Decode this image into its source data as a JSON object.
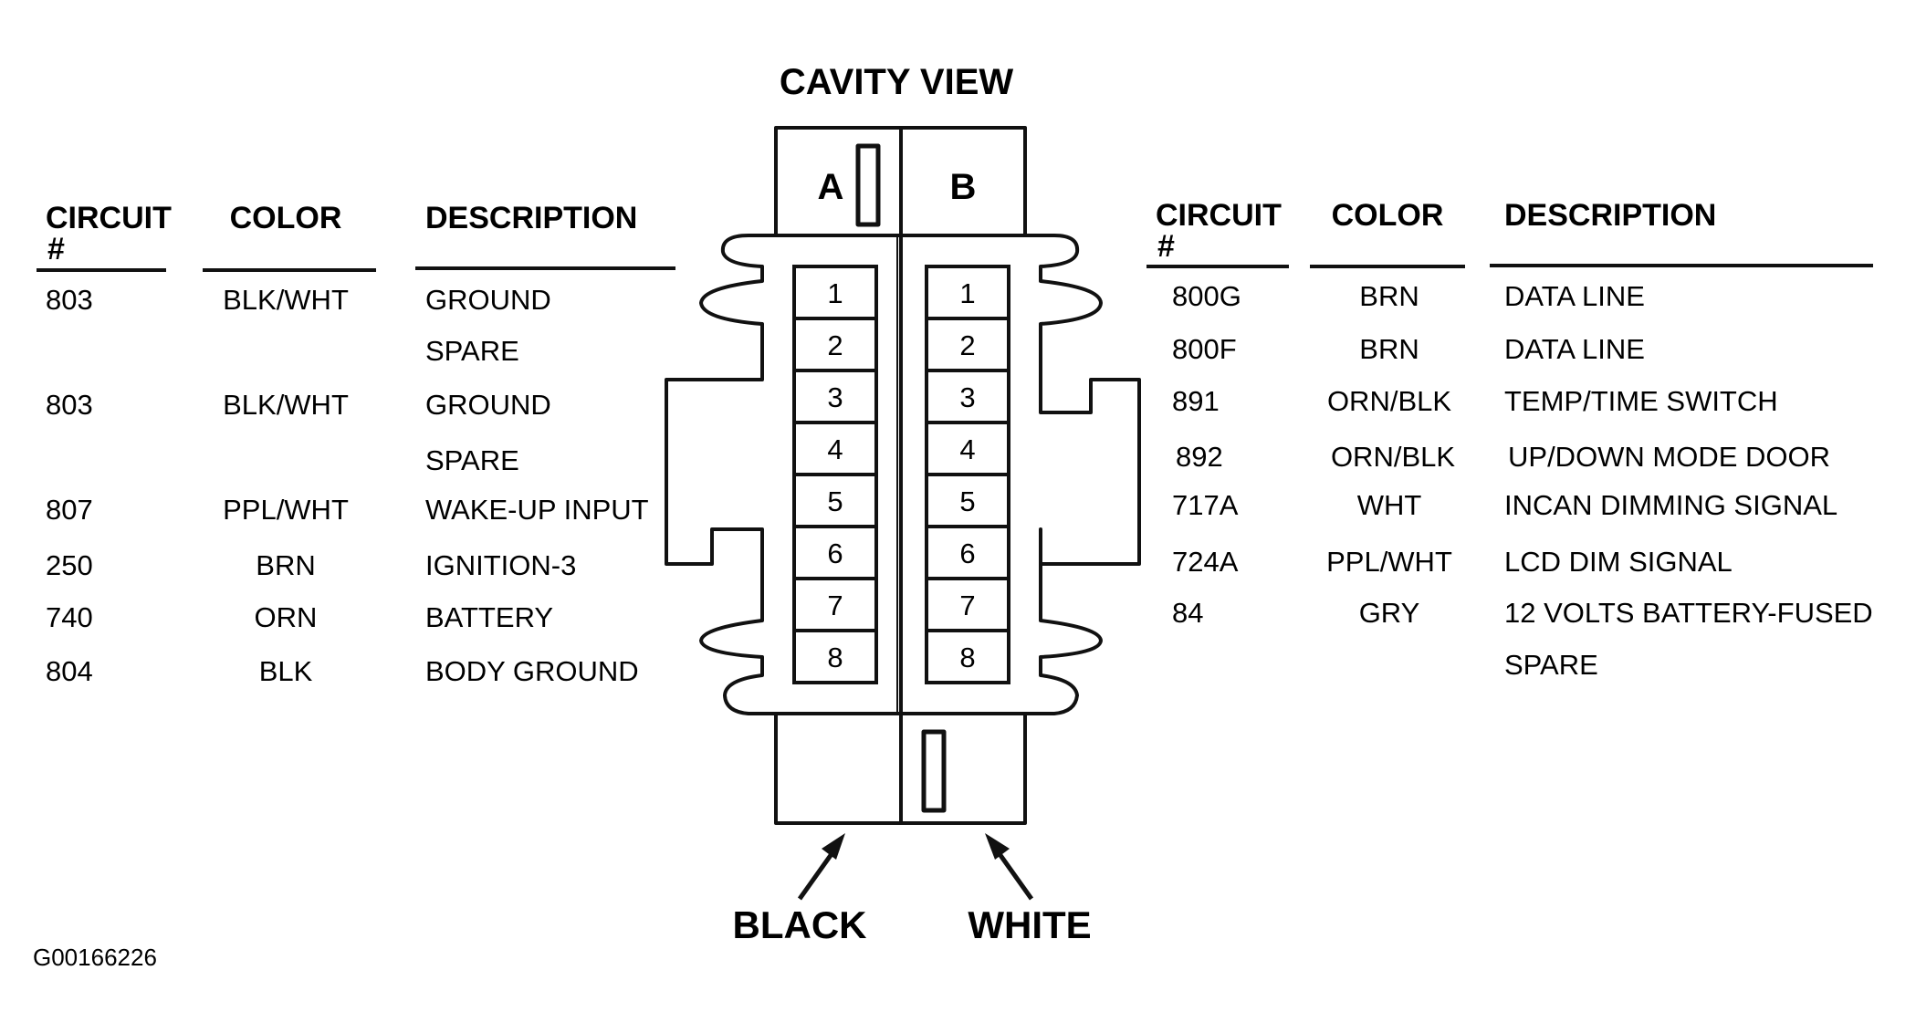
{
  "title": "CAVITY VIEW",
  "figure_id": "G00166226",
  "connector": {
    "half_a": "A",
    "half_b": "B",
    "pins": [
      "1",
      "2",
      "3",
      "4",
      "5",
      "6",
      "7",
      "8"
    ],
    "label_a": "BLACK",
    "label_b": "WHITE"
  },
  "left_table": {
    "headers": {
      "circuit_line1": "CIRCUIT",
      "circuit_line2": "#",
      "color": "COLOR",
      "description": "DESCRIPTION"
    },
    "rows": [
      {
        "circuit": "803",
        "color": "BLK/WHT",
        "description": "GROUND"
      },
      {
        "circuit": "",
        "color": "",
        "description": "SPARE"
      },
      {
        "circuit": "803",
        "color": "BLK/WHT",
        "description": "GROUND"
      },
      {
        "circuit": "",
        "color": "",
        "description": "SPARE"
      },
      {
        "circuit": "807",
        "color": "PPL/WHT",
        "description": "WAKE-UP INPUT"
      },
      {
        "circuit": "250",
        "color": "BRN",
        "description": "IGNITION-3"
      },
      {
        "circuit": "740",
        "color": "ORN",
        "description": "BATTERY"
      },
      {
        "circuit": "804",
        "color": "BLK",
        "description": "BODY GROUND"
      }
    ]
  },
  "right_table": {
    "headers": {
      "circuit_line1": "CIRCUIT",
      "circuit_line2": "#",
      "color": "COLOR",
      "description": "DESCRIPTION"
    },
    "rows": [
      {
        "circuit": "800G",
        "color": "BRN",
        "description": "DATA LINE"
      },
      {
        "circuit": "800F",
        "color": "BRN",
        "description": "DATA LINE"
      },
      {
        "circuit": "891",
        "color": "ORN/BLK",
        "description": "TEMP/TIME SWITCH"
      },
      {
        "circuit": "892",
        "color": "ORN/BLK",
        "description": "UP/DOWN MODE DOOR"
      },
      {
        "circuit": "717A",
        "color": "WHT",
        "description": "INCAN DIMMING SIGNAL"
      },
      {
        "circuit": "724A",
        "color": "PPL/WHT",
        "description": "LCD DIM SIGNAL"
      },
      {
        "circuit": "84",
        "color": "GRY",
        "description": "12 VOLTS BATTERY-FUSED"
      },
      {
        "circuit": "",
        "color": "",
        "description": "SPARE"
      }
    ]
  }
}
